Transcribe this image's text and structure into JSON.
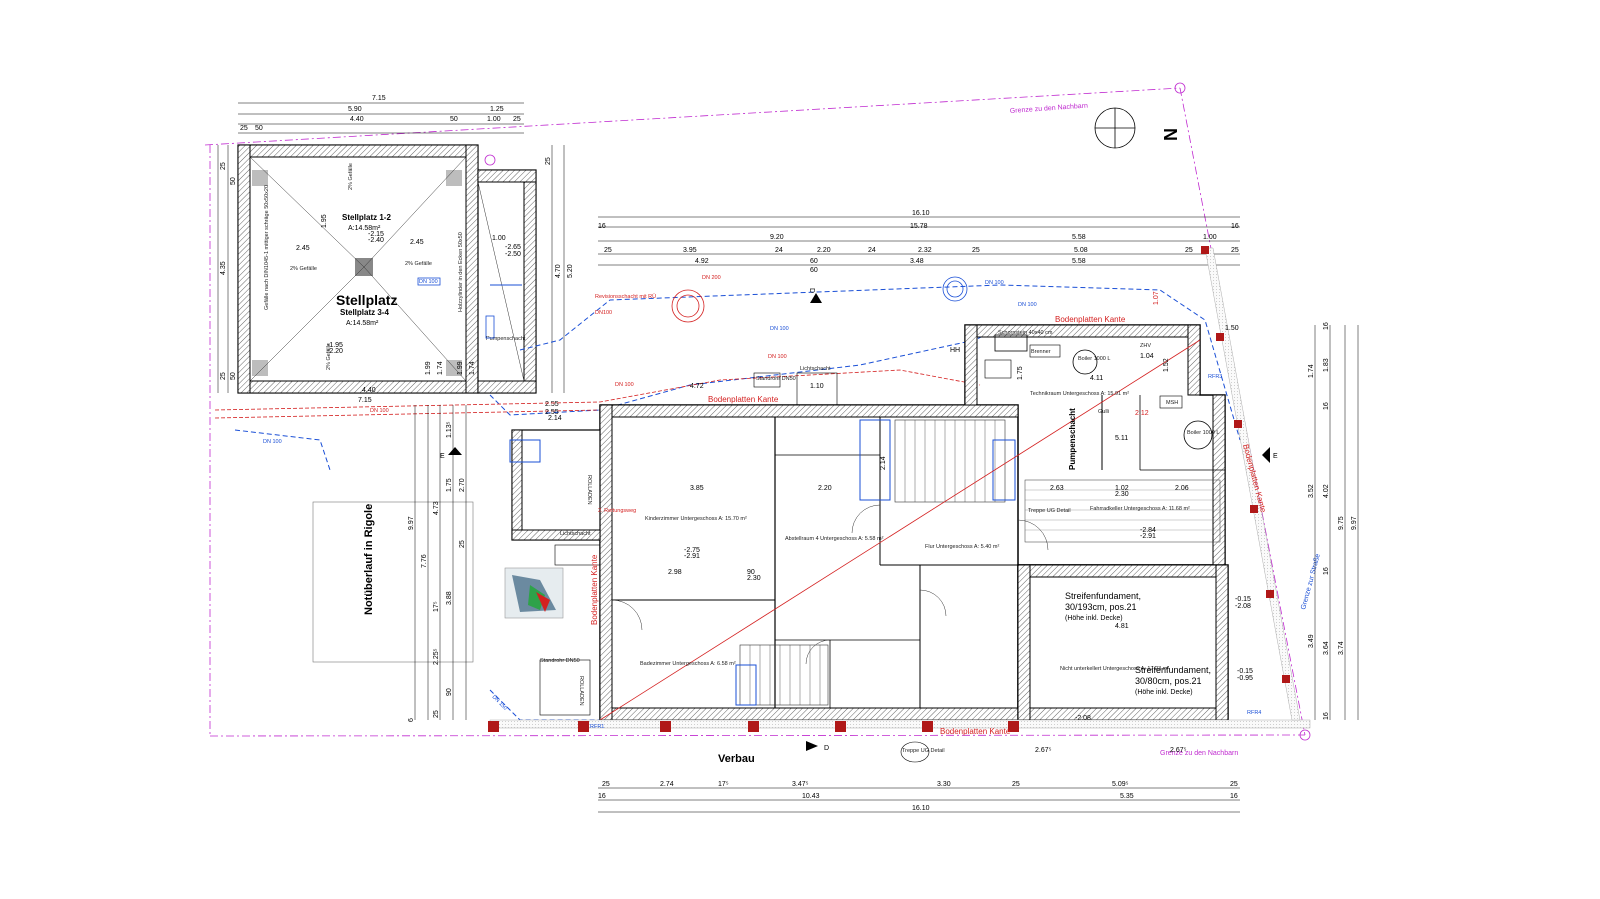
{
  "labels": {
    "stellplatz": "Stellplatz",
    "stellplatz_12": "Stellplatz 1-2",
    "stellplatz_12_area": "A:14.58m²",
    "stellplatz_34": "Stellplatz 3-4",
    "stellplatz_34_area": "A:14.58m²",
    "gefaelle": "2% Gefälle",
    "gefaelle_note": "Gefälle nach DIN1045-1 mittiger schräge 50x50x20",
    "holzzylinder": "Holzzylinder in den Ecken 50x50",
    "pumpenschacht_small": "Pumpenschacht",
    "grenze_top": "Grenze zu den Nachbarn",
    "grenze_bottom": "Grenze zu den Nachbarn",
    "zur_strasse": "Grenze zur Straße",
    "north": "N",
    "notueberlauf": "Notüberlauf in Rigole",
    "revisionsschacht": "Revisionsschacht mit RÜ",
    "revisionsschacht_dn": "DN100",
    "bodenplatten_kante": "Bodenplatten Kante",
    "pumpenschacht": "Pumpenschacht",
    "verbau": "Verbau",
    "streifen1_title": "Streifenfundament,",
    "streifen1_size": "30/193cm, pos.21",
    "streifen1_note": "(Höhe inkl. Decke)",
    "streifen2_title": "Streifenfundament,",
    "streifen2_size": "30/80cm, pos.21",
    "streifen2_note": "(Höhe inkl. Decke)",
    "schornstein": "Schornstein 40x40 cm",
    "brenner": "Brenner",
    "boiler_top": "Boiler 1000 L",
    "boiler_side": "Boiler 1000 L",
    "technikraum": "Technikraum Untergeschoss A: 15.91 m²",
    "kinderzimmer": "Kinderzimmer Untergeschoss A: 15.70 m²",
    "flur": "Flur Untergeschoss A: 5.40 m²",
    "abstellraum": "Abstellraum 4 Untergeschoss A: 5.58 m²",
    "badezimmer": "Badezimmer Untergeschoss A: 6.58 m²",
    "fahrradkeller": "Fahrradkeller Untergeschoss A: 11.68 m²",
    "nicht_unterkellert": "Nicht unterkellert Untergeschoss A: 17.23 m²",
    "treppe_detail": "Treppe UG Detail",
    "lichtschacht": "Lichtschacht",
    "standrohr": "Standrohr DN50",
    "rollladen": "ROLLADEN",
    "verbaulinie": "2. Rettungsweg",
    "dn100": "DN 100",
    "dn200": "DN 200",
    "dn150": "DN 150",
    "hh": "HH",
    "muell": "Gulli",
    "msh": "MSH",
    "zhv": "ZHV",
    "rfr3": "RFR3",
    "rfr4": "RFR4",
    "rfr1": "RFR1",
    "section_d_top": "D",
    "section_d_bottom": "D",
    "section_e": "E",
    "section_f": "E"
  },
  "dims": {
    "stell_top": [
      "7.15",
      "5.90",
      "1.25",
      "4.40",
      "50",
      "1.00",
      "25",
      "50",
      "25"
    ],
    "stell_inner": [
      "2.45",
      "2.45",
      "1.00",
      "-2.15",
      "-2.40",
      "-2.65",
      "-2.50",
      "-1.95",
      "-2.20",
      "4.40",
      "7.15",
      "2.55"
    ],
    "stell_left": [
      "25",
      "50",
      "4.35",
      "1.95",
      "25",
      "50",
      "1.99",
      "1.74"
    ],
    "stell_right": [
      "25",
      "4.70",
      "5.20",
      "1.99",
      "1.74"
    ],
    "top_row1": [
      "16.10"
    ],
    "top_row2": [
      "16",
      "15.78",
      "16"
    ],
    "top_row3": [
      "9.20",
      "5.58",
      "1.00"
    ],
    "top_row4": [
      "25",
      "3.95",
      "24",
      "2.20",
      "24",
      "2.32",
      "25",
      "5.08",
      "25",
      "25"
    ],
    "top_row5": [
      "4.92",
      "3.48",
      "5.58"
    ],
    "top_row6": [
      "60",
      "60"
    ],
    "bottom_row1": [
      "25",
      "2.74",
      "17⁵",
      "3.47⁵",
      "3.30",
      "25",
      "5.09⁵",
      "25"
    ],
    "bottom_row2": [
      "16",
      "10.43",
      "5.35",
      "16"
    ],
    "bottom_row3": [
      "16.10"
    ],
    "left_dims": [
      "9.97",
      "7.76",
      "1.75",
      "2.70",
      "4.73",
      "3.88",
      "2.25⁵",
      "17⁵",
      "1.13⁵",
      "25",
      "90",
      "25",
      "6"
    ],
    "right_dims": [
      "1.74",
      "1.83",
      "3.52",
      "4.02",
      "9.75",
      "9.97",
      "3.49",
      "3.64",
      "3.74",
      "16",
      "16",
      "16",
      "16"
    ],
    "inner": [
      "4.72",
      "1.10",
      "3.85",
      "2.20",
      "2.14",
      "1.75",
      "2.63",
      "1.02",
      "2.30",
      "2.06",
      "4.81",
      "2.67⁵",
      "2.67⁵",
      "2.98",
      "90",
      "2.30",
      "-2.75",
      "-2.91",
      "-2.84",
      "-2.91",
      "-0.15",
      "-2.08",
      "-0.15",
      "-0.95",
      "-2.08",
      "5.11",
      "4.11",
      "1.52",
      "1.04",
      "2.12",
      "1.07",
      "1.50",
      "2.55",
      "2.14"
    ]
  },
  "colors": {
    "wall": "#000000",
    "red": "#d42020",
    "blue": "#1a4fd6",
    "magenta": "#c02bd0",
    "piles": "#b01818"
  }
}
